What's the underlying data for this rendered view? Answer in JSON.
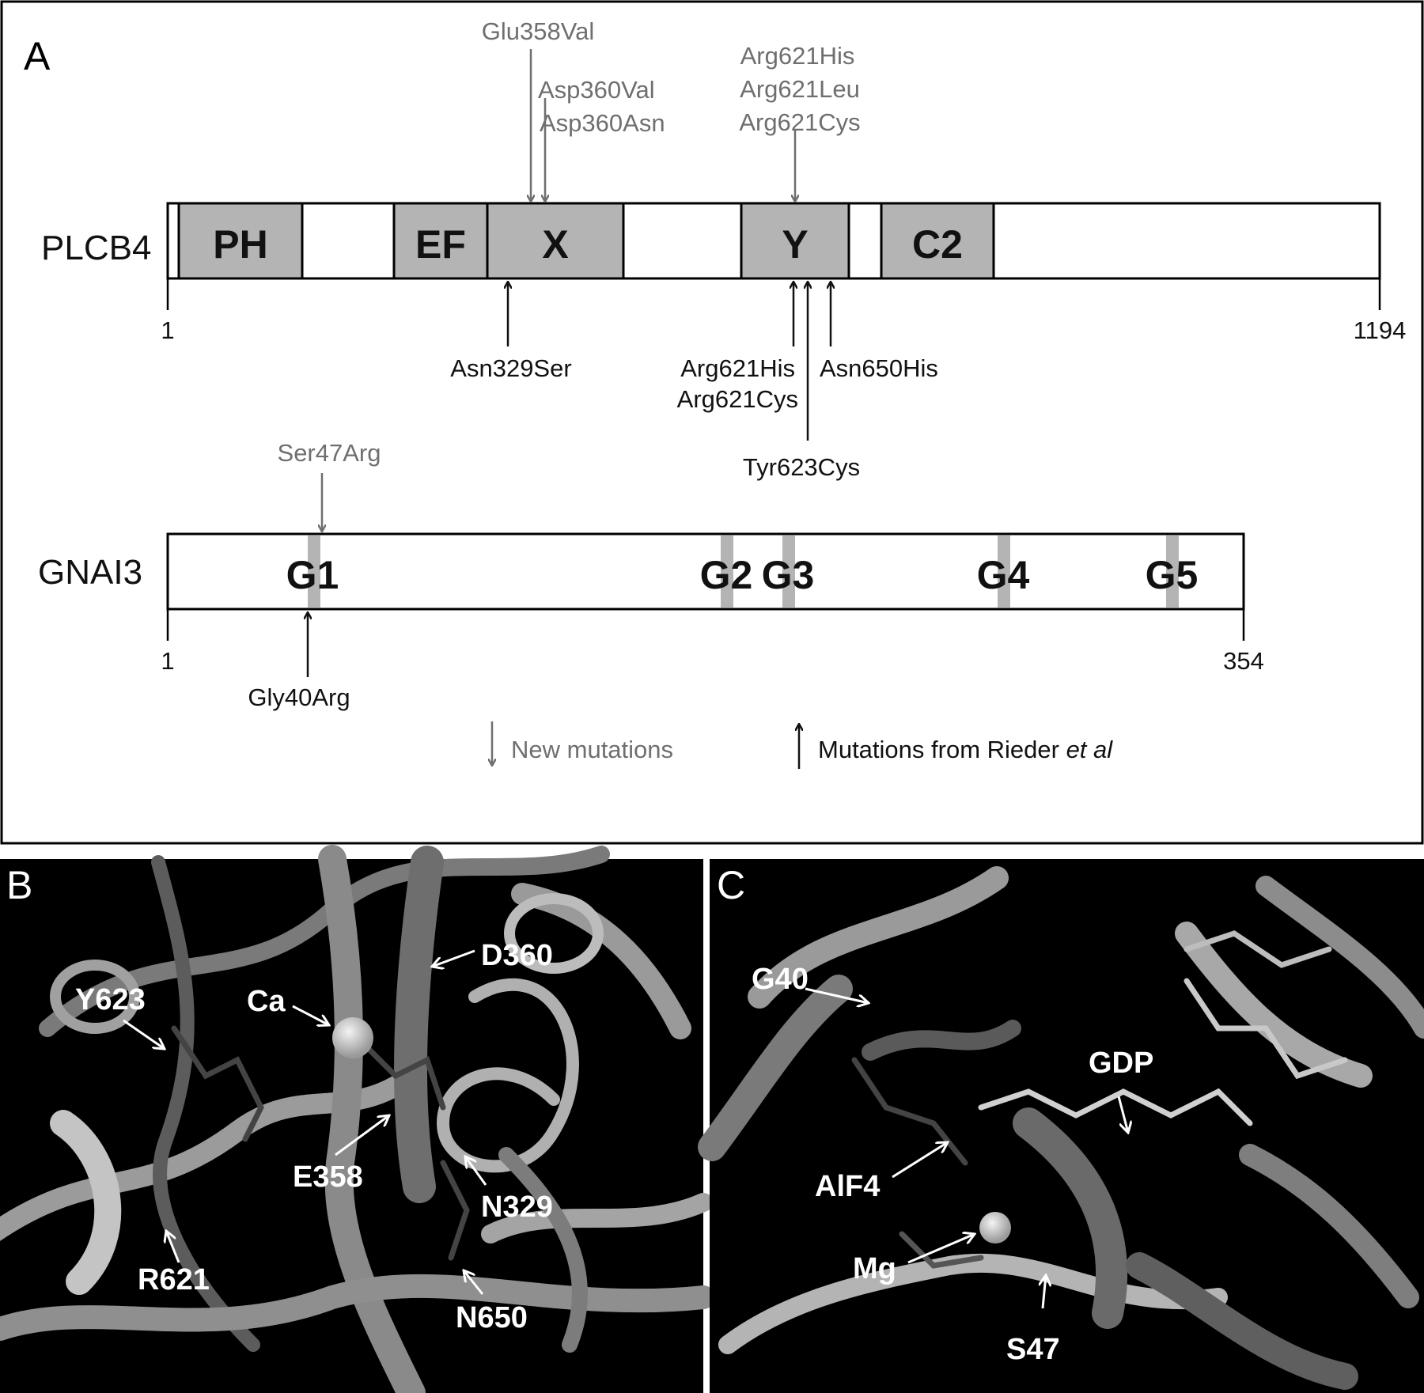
{
  "panels": {
    "a": {
      "letter": "A"
    },
    "b": {
      "letter": "B"
    },
    "c": {
      "letter": "C"
    }
  },
  "plcb4": {
    "name": "PLCB4",
    "start": "1",
    "end": "1194",
    "domains": [
      "PH",
      "EF",
      "X",
      "Y",
      "C2"
    ],
    "new_mutations": [
      "Glu358Val",
      "Asp360Val",
      "Asp360Asn",
      "Arg621His",
      "Arg621Leu",
      "Arg621Cys"
    ],
    "rieder_mutations": {
      "asn329": "Asn329Ser",
      "arg621_his": "Arg621His",
      "arg621_cys": "Arg621Cys",
      "asn650": "Asn650His",
      "tyr623": "Tyr623Cys"
    }
  },
  "gnai3": {
    "name": "GNAI3",
    "start": "1",
    "end": "354",
    "motifs": [
      "G1",
      "G2",
      "G3",
      "G4",
      "G5"
    ],
    "new_mutation": "Ser47Arg",
    "rieder_mutation": "Gly40Arg"
  },
  "legend": {
    "new": "New mutations",
    "rieder_prefix": "Mutations from Rieder ",
    "rieder_italic": "et al"
  },
  "structure_b": {
    "labels": [
      "D360",
      "Y623",
      "Ca",
      "E358",
      "N329",
      "R621",
      "N650"
    ]
  },
  "structure_c": {
    "labels": [
      "G40",
      "GDP",
      "AlF4",
      "Mg",
      "S47"
    ]
  },
  "colors": {
    "domain_fill": "#b4b4b4",
    "motif_stripe": "#b4b4b4",
    "new_mutation": "#6f6f6f",
    "rieder_mutation": "#111111",
    "structure_background": "#000000"
  }
}
